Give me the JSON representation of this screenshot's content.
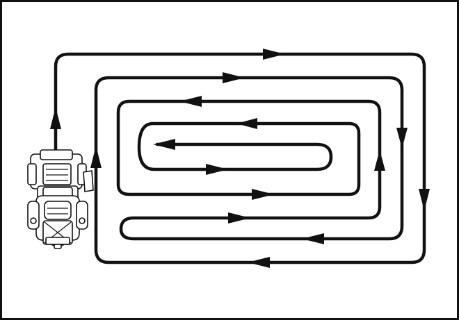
{
  "diagram": {
    "type": "mowing-pattern",
    "pattern": "spiral",
    "vehicle": "riding-mower",
    "direction_sequence": [
      "up",
      "right",
      "down",
      "left",
      "up",
      "right",
      "down",
      "left",
      "up",
      "right",
      "down",
      "left",
      "up",
      "right",
      "down",
      "left"
    ],
    "colors": {
      "line": "#111111",
      "background": "#ffffff",
      "frame": "#111111"
    }
  }
}
